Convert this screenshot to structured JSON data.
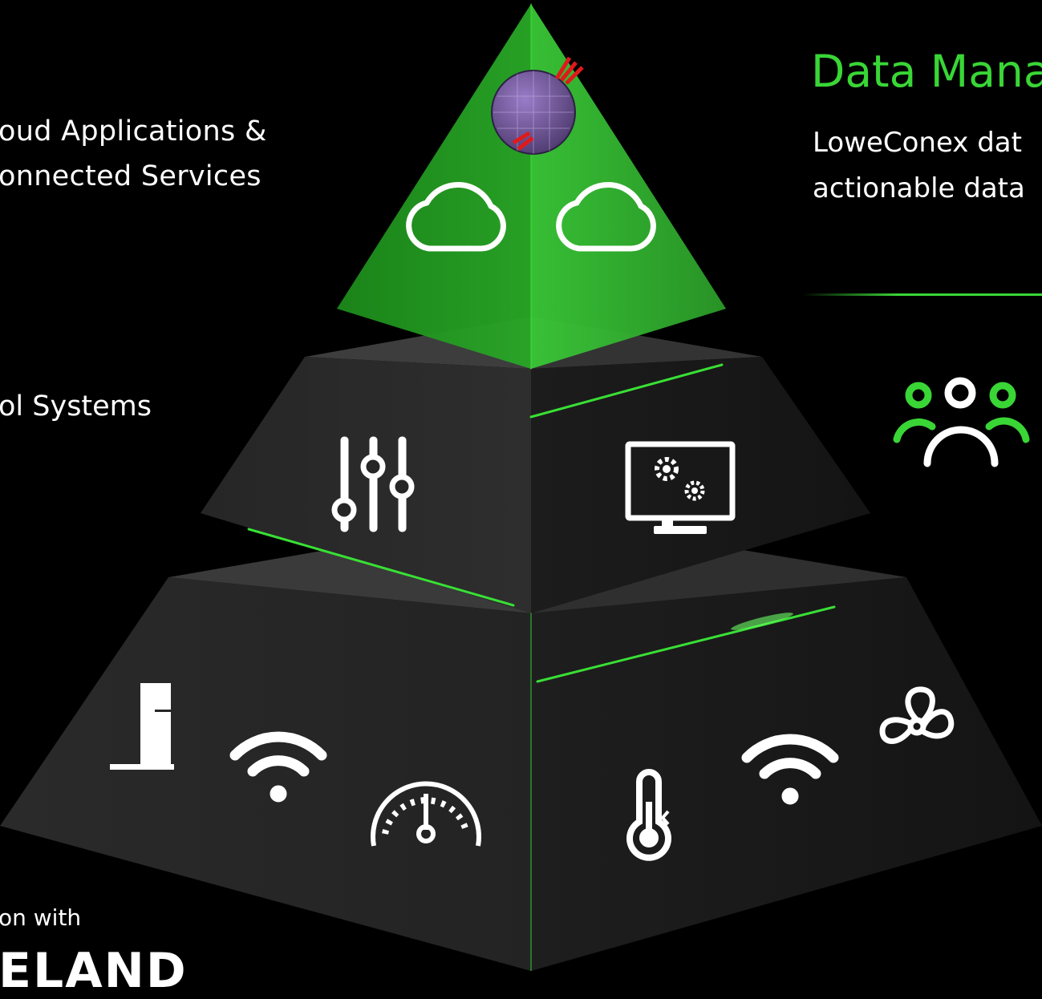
{
  "colors": {
    "background": "#000000",
    "accent": "#39d636",
    "pyramid_top": "#2fa82b",
    "pyramid_tier": "#1e1e1e",
    "text": "#ffffff"
  },
  "left_labels": {
    "cloud_line1": "oud Applications &",
    "cloud_line2": "onnected Services",
    "control": "ol Systems",
    "partner": "on with",
    "brand": "ELAND"
  },
  "right_panel": {
    "title": "Data Mana",
    "body_line1": "LoweConex dat",
    "body_line2": "actionable data"
  },
  "icons": {
    "top_tier": [
      "sphere-icon",
      "cloud-icon",
      "cloud-icon"
    ],
    "middle_tier": [
      "sliders-icon",
      "monitor-gears-icon"
    ],
    "bottom_tier": [
      "door-icon",
      "wifi-icon",
      "gauge-icon",
      "thermometer-icon",
      "wifi-icon",
      "fan-icon"
    ],
    "right_panel": [
      "users-icon"
    ]
  }
}
